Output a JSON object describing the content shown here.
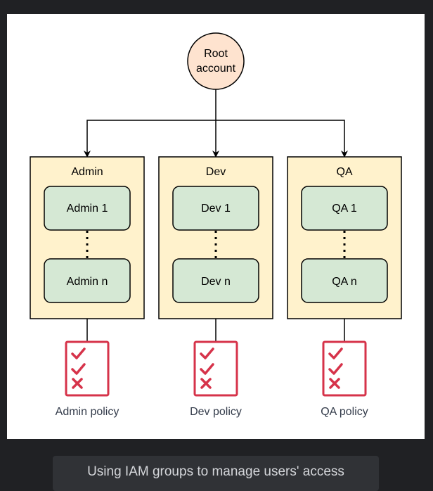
{
  "root": {
    "line1": "Root",
    "line2": "account"
  },
  "groups": [
    {
      "name": "Admin",
      "users": [
        "Admin 1",
        "Admin n"
      ],
      "policy": "Admin policy"
    },
    {
      "name": "Dev",
      "users": [
        "Dev 1",
        "Dev n"
      ],
      "policy": "Dev policy"
    },
    {
      "name": "QA",
      "users": [
        "QA 1",
        "QA n"
      ],
      "policy": "QA policy"
    }
  ],
  "caption": "Using IAM groups to manage users' access",
  "colors": {
    "root_fill": "#fee3cf",
    "group_fill": "#fff2cc",
    "user_fill": "#d5e8d4",
    "policy_red": "#d6334a",
    "caption_bg": "#303236"
  },
  "icons": {
    "policy": "checklist-icon"
  }
}
